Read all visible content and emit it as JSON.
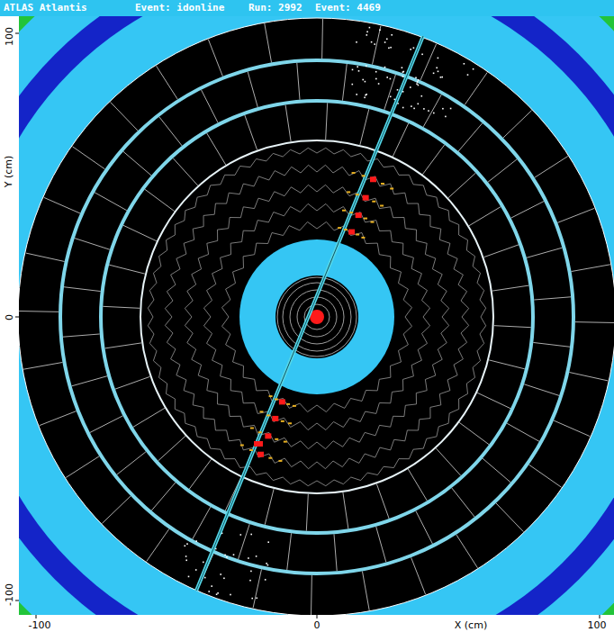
{
  "diagram": {
    "labels": [
      "ATLAS Atlantis",
      "Event: idonline",
      "Run: 2992",
      "Event: 4469",
      "Y (cm)",
      "100",
      "0",
      "-100",
      "-100",
      "0",
      "100",
      "X (cm)"
    ]
  }
}
